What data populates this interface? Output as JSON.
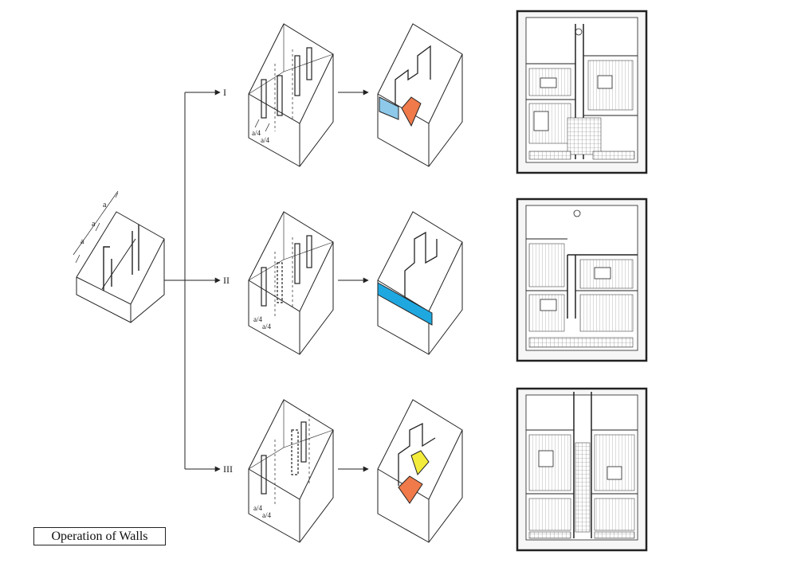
{
  "title": "Operation of Walls",
  "base_labels": [
    "a",
    "a",
    "a"
  ],
  "options": [
    {
      "numeral": "I",
      "dims": [
        "a/4",
        "a/4"
      ]
    },
    {
      "numeral": "II",
      "dims": [
        "a/4",
        "a/4"
      ]
    },
    {
      "numeral": "III",
      "dims": [
        "a/4",
        "a/4"
      ]
    }
  ],
  "colors": {
    "ink": "#222222",
    "light_blue": "#8ec9ea",
    "blue": "#1fa8e0",
    "orange": "#f07a4a",
    "yellow": "#f3ec3c",
    "plan_fill": "#f2f2f2"
  }
}
